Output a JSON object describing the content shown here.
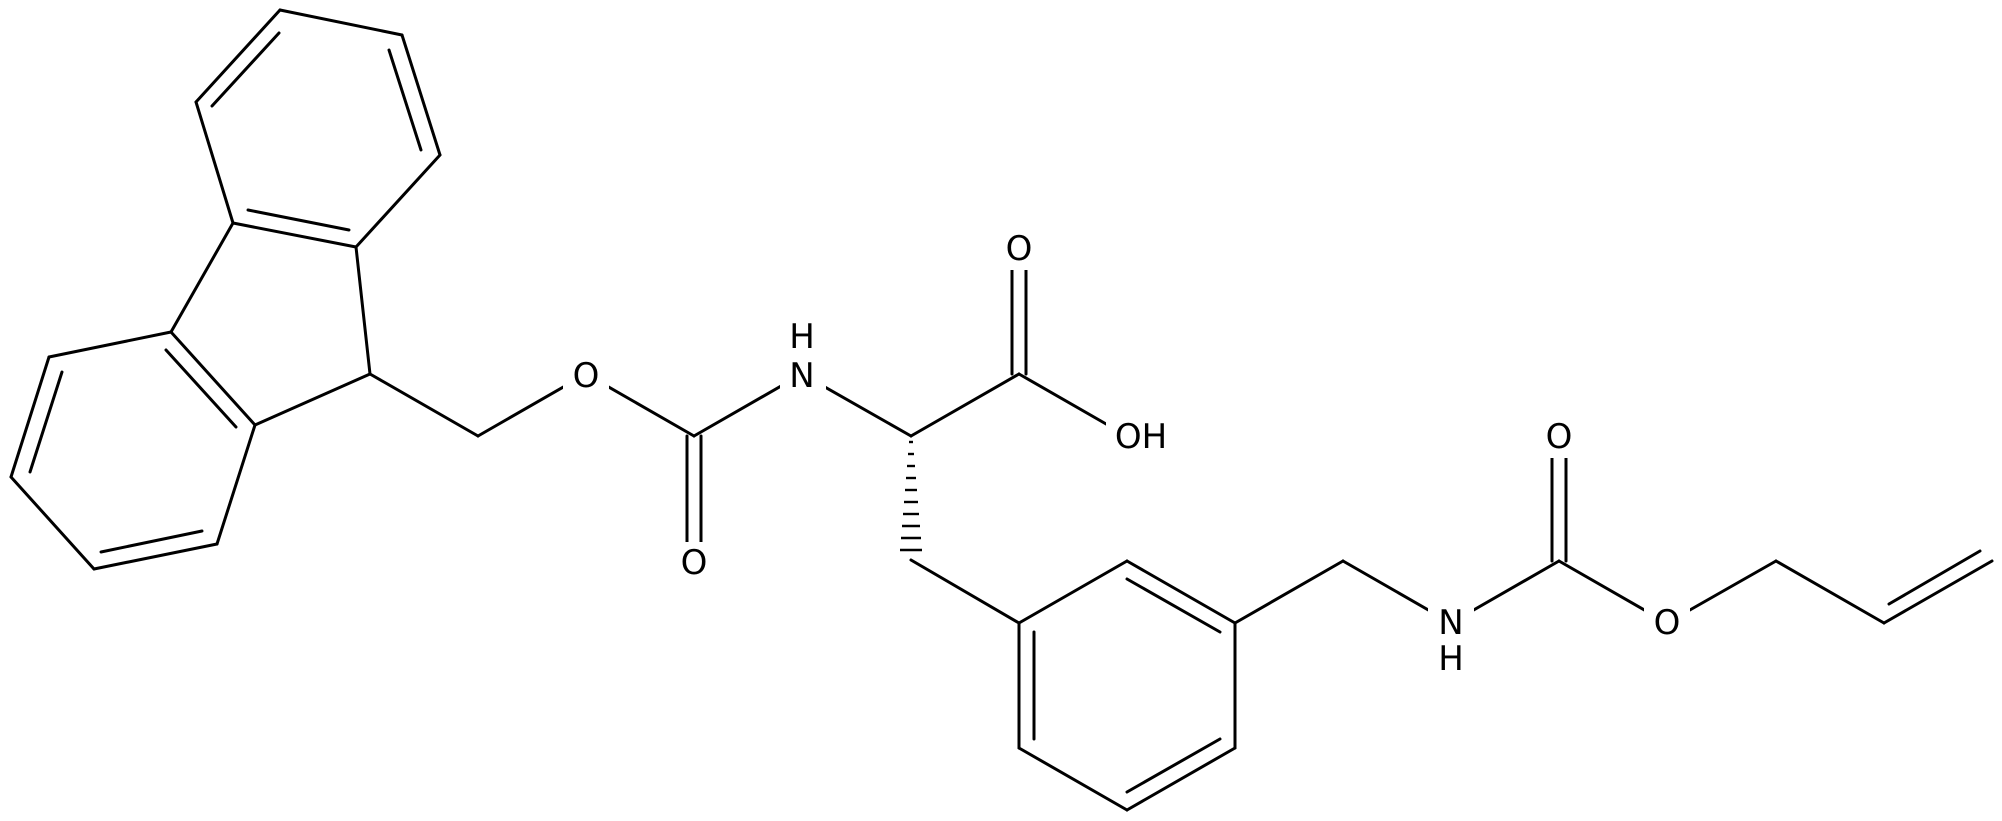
{
  "molecule": {
    "atom_labels": {
      "o_ester_fmoc": "O",
      "nh_fmoc_n": "N",
      "nh_fmoc_h": "H",
      "o_carbonyl_fmoc": "O",
      "o_acid_carbonyl": "O",
      "oh_acid": "OH",
      "nh_alloc_n": "N",
      "nh_alloc_h": "H",
      "o_carbonyl_alloc": "O",
      "o_ester_alloc": "O"
    }
  }
}
